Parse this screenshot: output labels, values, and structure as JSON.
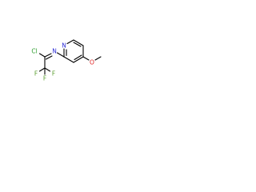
{
  "molecule": {
    "atoms": {
      "pyridine_n": "N",
      "imine_n": "N",
      "chlorine": "Cl",
      "oxygen": "O",
      "fluorine_1": "F",
      "fluorine_2": "F",
      "fluorine_3": "F"
    },
    "colors": {
      "nitrogen": "#2b2bd6",
      "chlorine": "#2e9e2e",
      "oxygen": "#e02020",
      "fluorine": "#5a9e2e",
      "bond": "#000000"
    }
  }
}
